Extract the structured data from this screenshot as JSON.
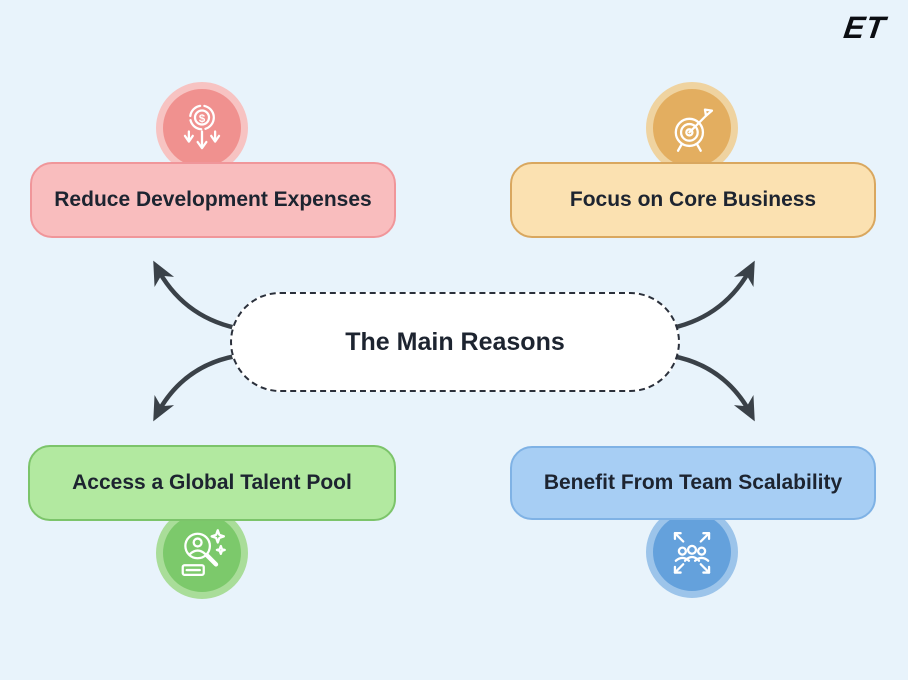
{
  "logo": {
    "text": "ET"
  },
  "center": {
    "label": "The Main Reasons",
    "fill": "#FFFFFF",
    "border_color": "#2B303B"
  },
  "colors": {
    "background": "#E8F3FB",
    "arrow": "#3A4148",
    "text": "#1D2430"
  },
  "nodes": [
    {
      "id": "reduce-development-expenses",
      "label": "Reduce Development Expenses",
      "position": "top-left",
      "icon": "money-decrease-icon",
      "icon_glyph": "$",
      "box_fill": "#F9BDBE",
      "box_border": "#F0969A",
      "circle_fill": "#F0918F",
      "circle_halo": "#F7C3C2"
    },
    {
      "id": "focus-on-core-business",
      "label": "Focus on Core Business",
      "position": "top-right",
      "icon": "target-dart-icon",
      "box_fill": "#FBE1B1",
      "box_border": "#D9A75F",
      "circle_fill": "#E3AE60",
      "circle_halo": "#EFD3A0"
    },
    {
      "id": "access-global-talent-pool",
      "label": "Access a Global Talent Pool",
      "position": "bottom-left",
      "icon": "talent-search-icon",
      "box_fill": "#B2E9A0",
      "box_border": "#7CC46A",
      "circle_fill": "#7CC96B",
      "circle_halo": "#A9DD99"
    },
    {
      "id": "benefit-team-scalability",
      "label": "Benefit From Team Scalability",
      "position": "bottom-right",
      "icon": "team-scalability-icon",
      "box_fill": "#A7CEF4",
      "box_border": "#7FB2E5",
      "circle_fill": "#64A1DC",
      "circle_halo": "#9CC4EA"
    }
  ]
}
